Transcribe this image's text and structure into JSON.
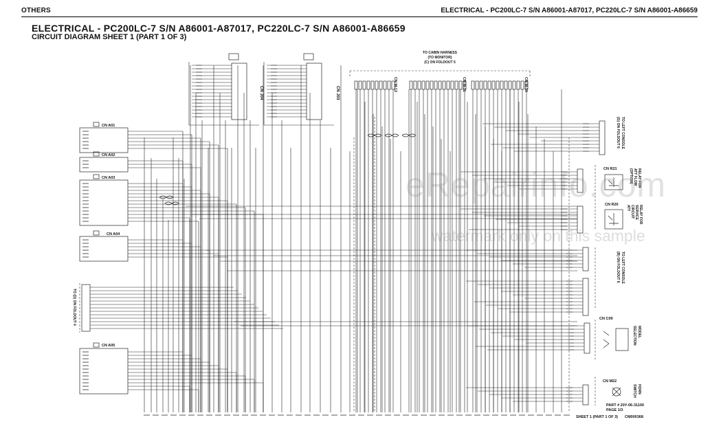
{
  "header": {
    "section": "OTHERS",
    "running_title": "ELECTRICAL - PC200LC-7 S/N A86001-A87017, PC220LC-7 S/N A86001-A86659"
  },
  "title": "ELECTRICAL - PC200LC-7 S/N A86001-A87017, PC220LC-7 S/N A86001-A86659",
  "subtitle": "CIRCUIT DIAGRAM SHEET 1 (PART 1 OF 3)",
  "connectors": {
    "j04": "CN J04",
    "j03": "CN J03",
    "a01": "CN A01",
    "a02": "CN A02",
    "a03": "CN A03",
    "a04": "CN A04",
    "a05": "CN A05",
    "m12": "CN M-12",
    "m11": "CN M-11",
    "m10": "CN M-10",
    "r21": "CN R21",
    "r20": "CN R20",
    "c09": "CN C09",
    "m22": "CN M22"
  },
  "side_labels": {
    "cabin_harness": [
      "TO CABIN HARNESS",
      "(TO MONITOR)",
      "(C) ON FOLDOUT 5"
    ],
    "left_console_1": [
      "TO LEFT CONSOLE",
      "(G) ON FOLDOUT 6"
    ],
    "relay_r21": [
      "RELAY FOR",
      "ATT FLOW",
      "(OPTION)"
    ],
    "relay_r20": [
      "RELAY FOR",
      "SERVICE",
      "CIRCUIT",
      "ATT"
    ],
    "left_console_2": [
      "TO LEFT CONSOLE",
      "(B) ON FOLDOUT 6"
    ],
    "foldout_4": [
      "TO (D) ON FOLDOUT 4"
    ],
    "model_selection": [
      "MODEL",
      "SELECTION"
    ],
    "horn_switch": [
      "HORN",
      "SWITCH"
    ]
  },
  "footer": {
    "part_no": "PART # 20Y-06-31100",
    "page": "PAGE 1/3",
    "sheet": "SHEET 1 (PART 1 OF 3)",
    "drawing_no": "CM000368"
  },
  "watermark": {
    "brand": "eRepairinfo.com",
    "note": "watermark only on this sample"
  }
}
